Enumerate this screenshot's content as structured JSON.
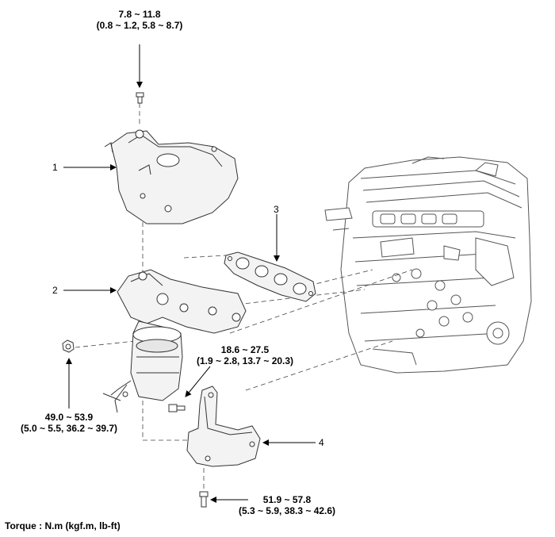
{
  "torque_specs": {
    "top_bolt": {
      "line1": "7.8 ~ 11.8",
      "line2": "(0.8 ~ 1.2, 5.8 ~ 8.7)"
    },
    "lower_left_nut": {
      "line1": "49.0 ~ 53.9",
      "line2": "(5.0 ~ 5.5, 36.2 ~ 39.7)"
    },
    "middle_bolt": {
      "line1": "18.6 ~ 27.5",
      "line2": "(1.9 ~ 2.8, 13.7 ~ 20.3)"
    },
    "bottom_bolt": {
      "line1": "51.9 ~ 57.8",
      "line2": "(5.3 ~ 5.9, 38.3 ~ 42.6)"
    }
  },
  "part_numbers": {
    "p1": "1",
    "p2": "2",
    "p3": "3",
    "p4": "4"
  },
  "legend": "Torque : N.m (kgf.m, lb-ft)"
}
